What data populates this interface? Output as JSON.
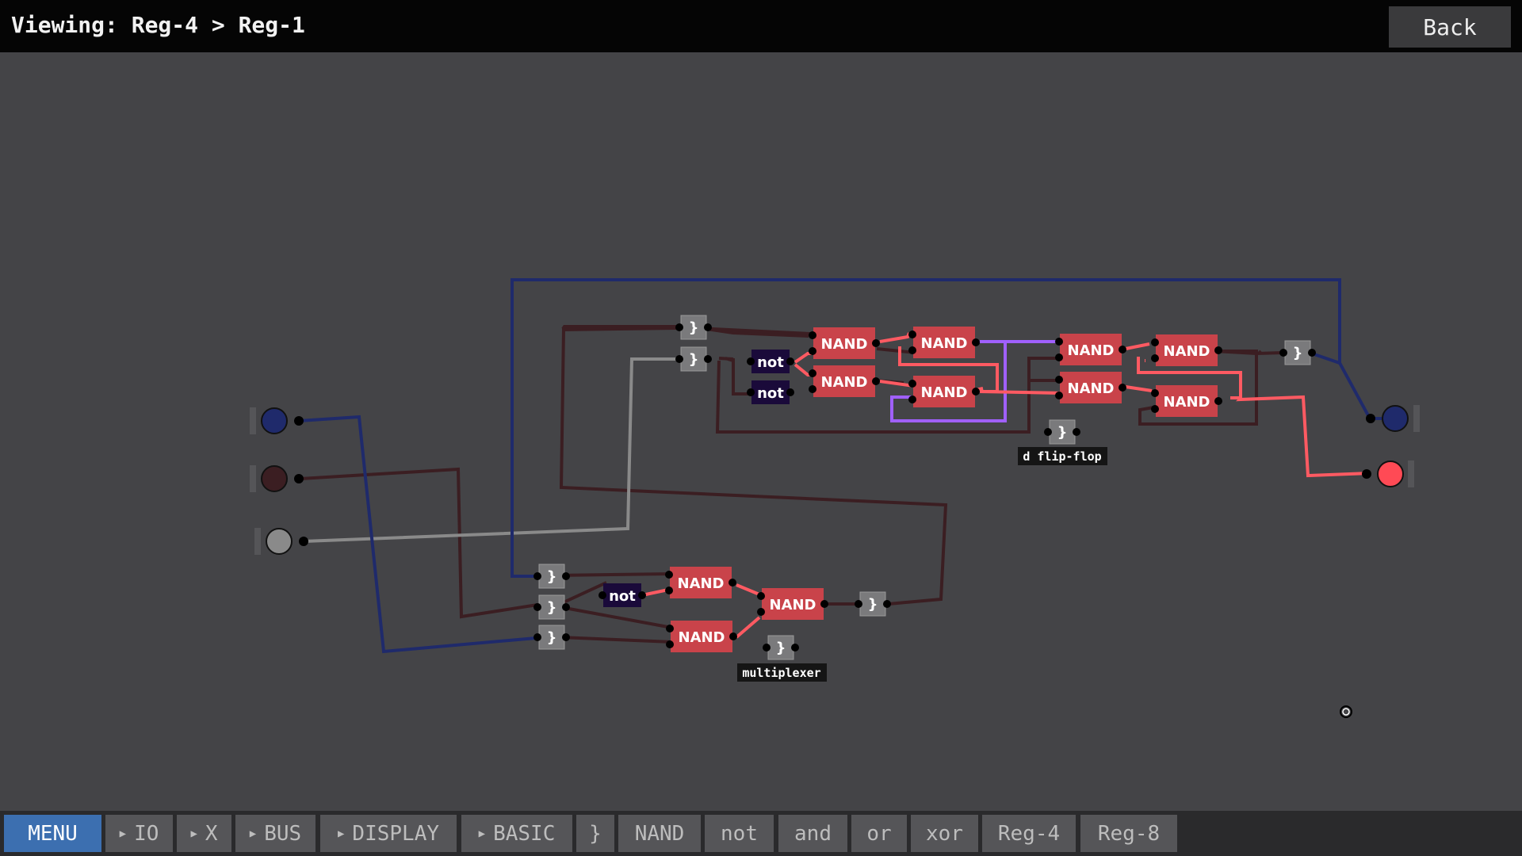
{
  "header": {
    "title": "Viewing: Reg-4 > Reg-1",
    "back_label": "Back"
  },
  "circuit": {
    "gates": {
      "nand": "NAND",
      "not": "not",
      "splitter": "}"
    },
    "labels": {
      "dff": "d flip-flop",
      "mux": "multiplexer"
    }
  },
  "toolbar": {
    "items": [
      {
        "label": "MENU"
      },
      {
        "label": "IO"
      },
      {
        "label": "X"
      },
      {
        "label": "BUS"
      },
      {
        "label": "DISPLAY"
      },
      {
        "label": "BASIC"
      },
      {
        "label": "}"
      },
      {
        "label": "NAND"
      },
      {
        "label": "not"
      },
      {
        "label": "and"
      },
      {
        "label": "or"
      },
      {
        "label": "xor"
      },
      {
        "label": "Reg-4"
      },
      {
        "label": "Reg-8"
      }
    ]
  },
  "colors": {
    "background": "#444447",
    "nand_fill": "#c9434a",
    "not_fill": "#1a0a3a",
    "wire_off": "#3b1e22",
    "wire_on": "#ff5a62",
    "wire_bus": "#1f2a6b",
    "wire_gray": "#8a8a8a",
    "wire_purple": "#a060ff",
    "menu_accent": "#3c6fb0"
  }
}
